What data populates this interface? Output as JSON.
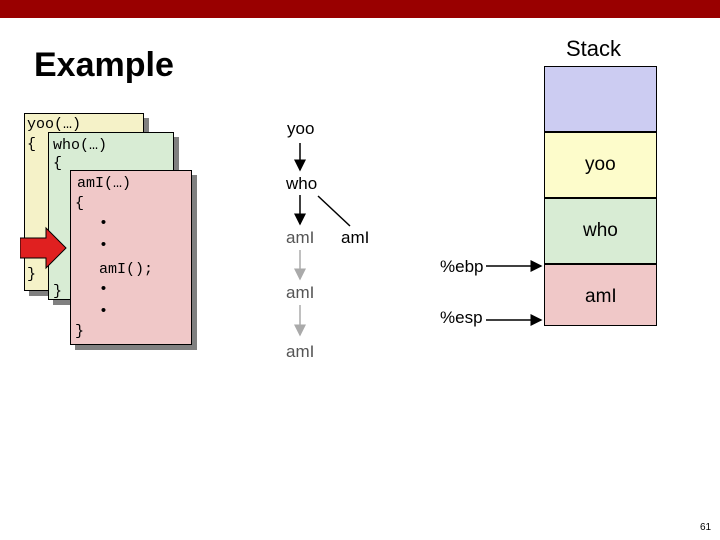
{
  "title": "Example",
  "stack_title": "Stack",
  "code": {
    "yoo": {
      "lines": [
        "yoo(…)",
        "{",
        "}"
      ]
    },
    "who": {
      "lines": [
        "who(…)",
        "{",
        "}"
      ]
    },
    "ami": {
      "lines": [
        "amI(…)",
        "{",
        "•",
        "•",
        "amI();",
        "•",
        "•",
        "}"
      ]
    }
  },
  "call_tree": [
    "yoo",
    "who",
    "amI",
    "amI",
    "amI",
    "amI"
  ],
  "stack_frames": [
    "yoo",
    "who",
    "amI"
  ],
  "registers": {
    "ebp": "%ebp",
    "esp": "%esp"
  },
  "colors": {
    "header_bar": "#990000",
    "yoo_frame": "#fdfccb",
    "who_frame": "#d8ecd4",
    "ami_frame": "#f0c8c8",
    "stack_top": "#ccccf2",
    "current_arrow": "#e02020"
  },
  "page_number": "61"
}
